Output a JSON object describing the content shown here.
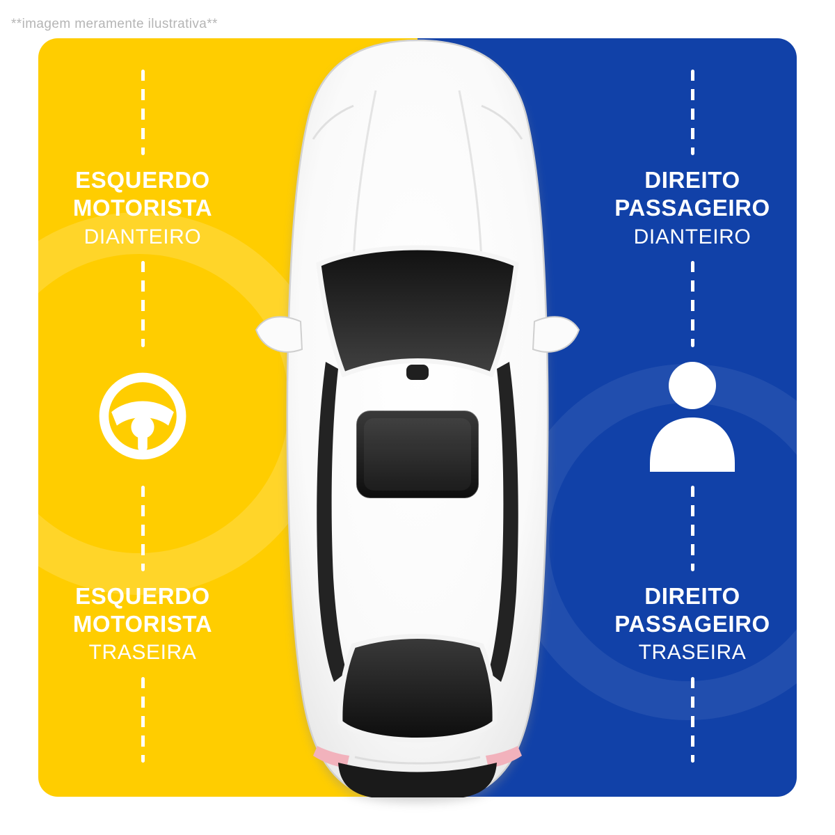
{
  "disclaimer": "**imagem meramente ilustrativa**",
  "panel": {
    "left_bg": "#FFCD00",
    "right_bg": "#1141A8",
    "text_color": "#FFFFFF",
    "disclaimer_color": "#B5B5B5"
  },
  "labels": {
    "front_left": {
      "line1": "ESQUERDO",
      "line2": "MOTORISTA",
      "line3": "DIANTEIRO"
    },
    "front_right": {
      "line1": "DIREITO",
      "line2": "PASSAGEIRO",
      "line3": "DIANTEIRO"
    },
    "rear_left": {
      "line1": "ESQUERDO",
      "line2": "MOTORISTA",
      "line3": "TRASEIRA"
    },
    "rear_right": {
      "line1": "DIREITO",
      "line2": "PASSAGEIRO",
      "line3": "TRASEIRA"
    }
  },
  "icons": {
    "left": "steering-wheel-icon",
    "right": "passenger-person-icon"
  }
}
